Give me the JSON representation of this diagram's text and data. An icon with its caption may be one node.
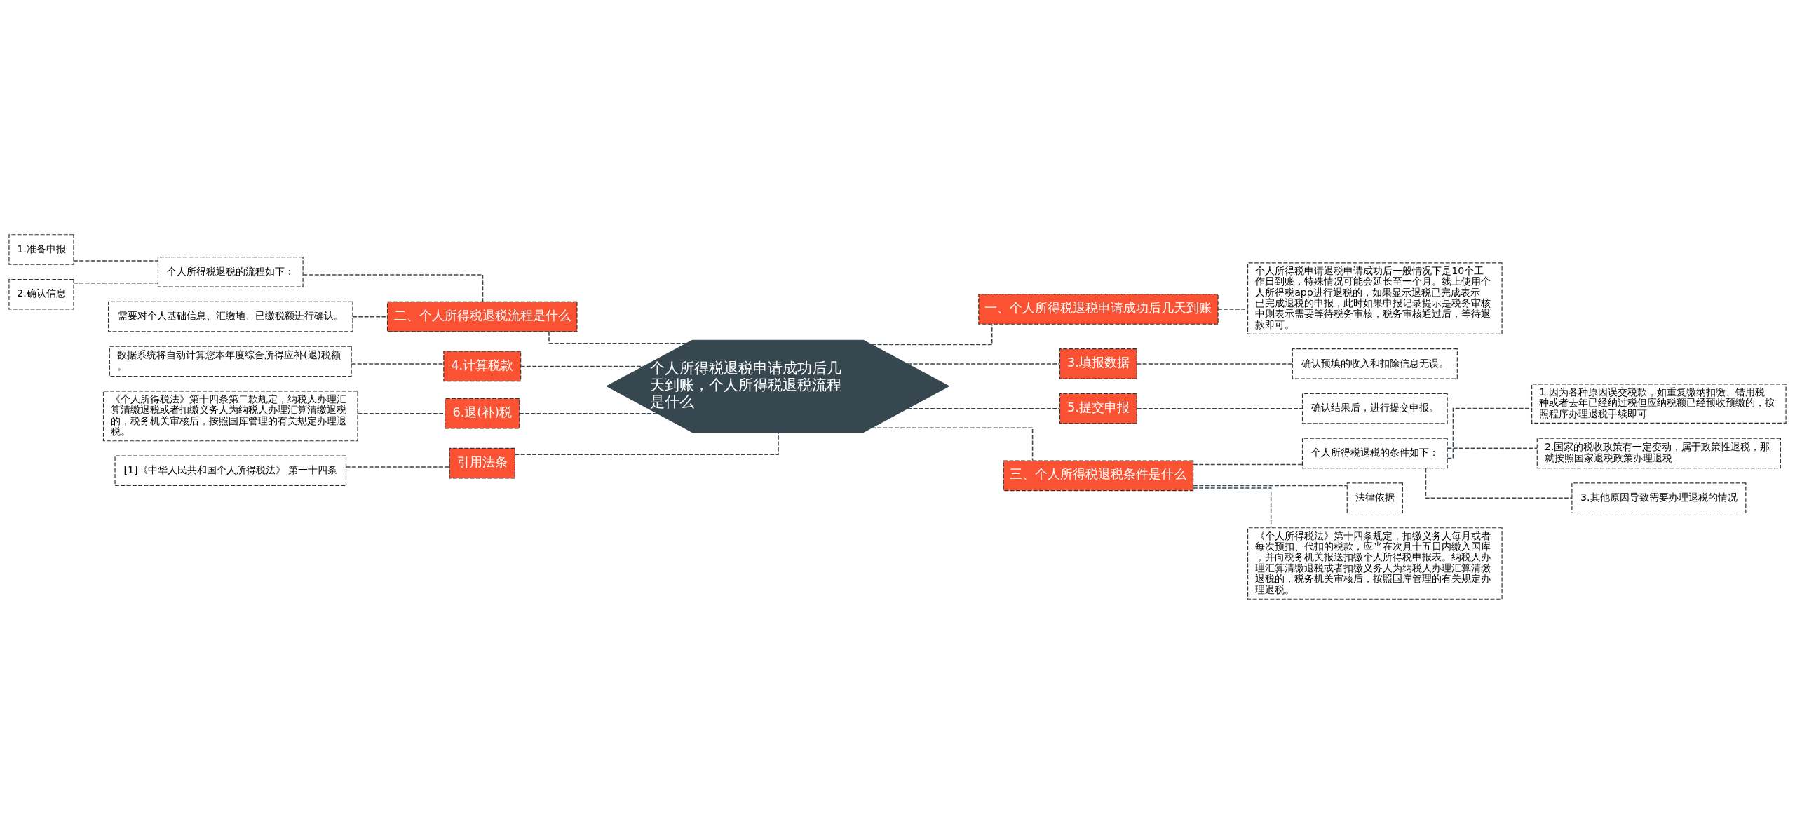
{
  "diagram": {
    "nodes": [
      {
        "text": [
          "个人所得税退税申请成功后几天到账，个人所得税退税流程是什么"
        ]
      },
      {
        "text": [
          "二、个人所得税退税流程是什么"
        ]
      },
      {
        "text": [
          "个人所得税退税的流程如下："
        ]
      },
      {
        "text": [
          "1.准备申报"
        ]
      },
      {
        "text": [
          "2.确认信息"
        ]
      },
      {
        "text": [
          "需要对个人基础信息、汇缴地、已缴税额进行确认。"
        ]
      },
      {
        "text": [
          "4.计算税款"
        ]
      },
      {
        "text": [
          "数据系统将自动计算您本年度综合所得应补(退)税额。"
        ]
      },
      {
        "text": [
          "6.退(补)税"
        ]
      },
      {
        "text": [
          "《个人所得税法》第十四条第二款规定，纳税人办理汇算清缴退税或者扣缴义务人为纳税人办理汇算清缴退税的，税务机关审核后，按照国库管理的有关规定办理退税。"
        ]
      },
      {
        "text": [
          "引用法条"
        ]
      },
      {
        "text": [
          "[1]《中华人民共和国个人所得税法》 第一十四条"
        ]
      },
      {
        "text": [
          "一、个人所得税退税申请成功后几天到账"
        ]
      },
      {
        "text": [
          "个人所得税申请退税申请成功后一般情况下是10个工作日到账，特殊情况可能会延长至一个月。线上使用个人所得税app进行退税的，如果显示退税已完成表示已完成退税的申报，此时如果申报记录提示是税务审核中则表示需要等待税务审核，税务审核通过后，等待退款即可。"
        ]
      },
      {
        "text": [
          "3.填报数据"
        ]
      },
      {
        "text": [
          "确认预填的收入和扣除信息无误。"
        ]
      },
      {
        "text": [
          "5.提交申报"
        ]
      },
      {
        "text": [
          "确认结果后，进行提交申报。"
        ]
      },
      {
        "text": [
          "三、个人所得税退税条件是什么"
        ]
      },
      {
        "text": [
          "个人所得税退税的条件如下："
        ]
      },
      {
        "text": [
          "1.因为各种原因误交税款，如重复缴纳扣缴、错用税种或者去年已经纳过税但应纳税额已经预收预缴的，按照程序办理退税手续即可"
        ]
      },
      {
        "text": [
          "2.国家的税收政策有一定变动，属于政策性退税，那就按照国家退税政策办理退税"
        ]
      },
      {
        "text": [
          "3.其他原因导致需要办理退税的情况"
        ]
      },
      {
        "text": [
          "法律依据"
        ]
      },
      {
        "text": [
          "《个人所得税法》第十四条规定，扣缴义务人每月或者每次预扣、代扣的税款，应当在次月十五日内缴入国库，并向税务机关报送扣缴个人所得税申报表。纳税人办理汇算清缴退税或者扣缴义务人为纳税人办理汇算清缴退税的，税务机关审核后，按照国库管理的有关规定办理退税。"
        ]
      }
    ],
    "edges": [
      {
        "from": 0,
        "to": 1,
        "arrow": "none"
      },
      {
        "from": 1,
        "to": 2,
        "arrow": "none"
      },
      {
        "from": 2,
        "to": 3,
        "arrow": "none"
      },
      {
        "from": 2,
        "to": 4,
        "arrow": "none"
      },
      {
        "from": 1,
        "to": 5,
        "arrow": "none"
      },
      {
        "from": 0,
        "to": 6,
        "arrow": "none"
      },
      {
        "from": 6,
        "to": 7,
        "arrow": "none"
      },
      {
        "from": 0,
        "to": 8,
        "arrow": "none"
      },
      {
        "from": 8,
        "to": 9,
        "arrow": "none"
      },
      {
        "from": 0,
        "to": 10,
        "arrow": "none"
      },
      {
        "from": 10,
        "to": 11,
        "arrow": "none"
      },
      {
        "from": 0,
        "to": 12,
        "arrow": "none"
      },
      {
        "from": 12,
        "to": 13,
        "arrow": "none"
      },
      {
        "from": 0,
        "to": 14,
        "arrow": "none"
      },
      {
        "from": 14,
        "to": 15,
        "arrow": "none"
      },
      {
        "from": 0,
        "to": 16,
        "arrow": "none"
      },
      {
        "from": 16,
        "to": 17,
        "arrow": "none"
      },
      {
        "from": 0,
        "to": 18,
        "arrow": "none"
      },
      {
        "from": 18,
        "to": 19,
        "arrow": "none"
      },
      {
        "from": 19,
        "to": 20,
        "arrow": "none"
      },
      {
        "from": 19,
        "to": 21,
        "arrow": "none"
      },
      {
        "from": 19,
        "to": 22,
        "arrow": "none"
      },
      {
        "from": 18,
        "to": 23,
        "arrow": "none"
      },
      {
        "from": 18,
        "to": 24,
        "arrow": "none"
      }
    ]
  }
}
